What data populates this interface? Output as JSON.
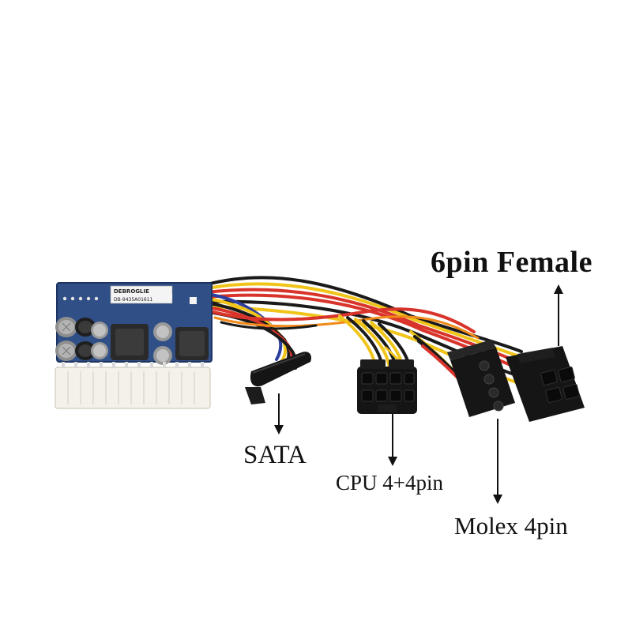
{
  "labels": {
    "six_pin": "6pin Female",
    "sata": "SATA",
    "cpu": "CPU 4+4pin",
    "molex": "Molex 4pin"
  },
  "pcb": {
    "brand": "DEBROGLIE",
    "model": "DB-9435A01611"
  },
  "colors": {
    "pcb": "#2f4f86",
    "connector_white": "#f3f1ea",
    "connector_black": "#141414",
    "wire_red": "#d9342b",
    "wire_yellow": "#f0c419",
    "wire_blue": "#2d3f9e",
    "wire_black": "#1a1a1a",
    "wire_orange": "#f08a1a"
  }
}
